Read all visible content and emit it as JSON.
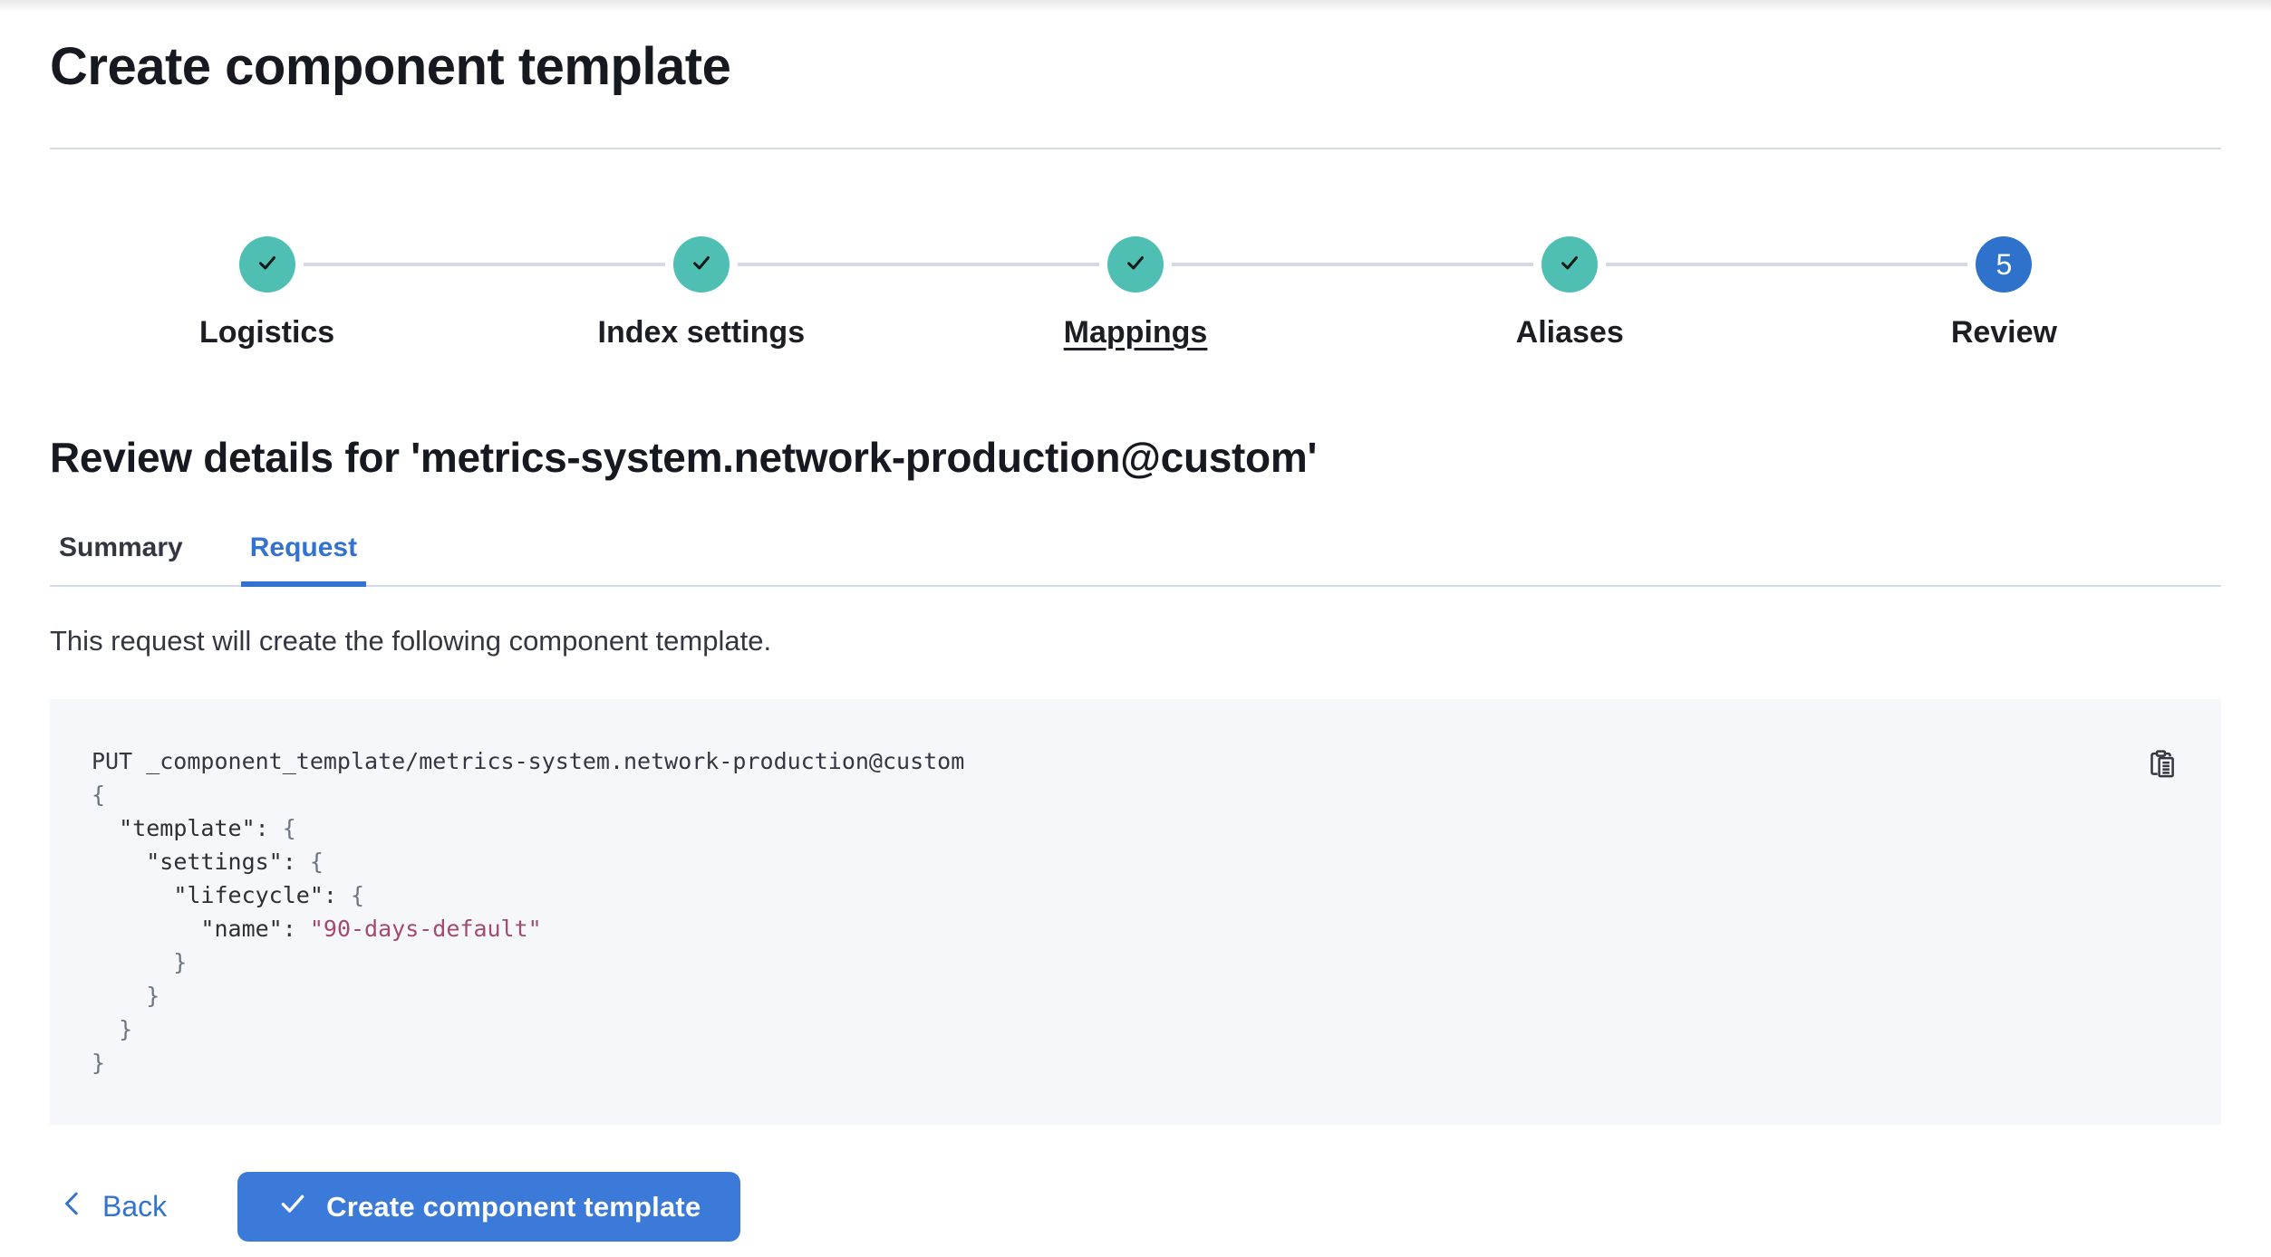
{
  "page": {
    "title": "Create component template"
  },
  "stepper": {
    "steps": [
      {
        "label": "Logistics",
        "status": "complete",
        "hovered": false
      },
      {
        "label": "Index settings",
        "status": "complete",
        "hovered": false
      },
      {
        "label": "Mappings",
        "status": "complete",
        "hovered": true
      },
      {
        "label": "Aliases",
        "status": "complete",
        "hovered": false
      },
      {
        "label": "Review",
        "status": "current",
        "number": "5",
        "hovered": false
      }
    ]
  },
  "review": {
    "heading": "Review details for 'metrics-system.network-production@custom'"
  },
  "tabs": [
    {
      "label": "Summary",
      "active": false
    },
    {
      "label": "Request",
      "active": true
    }
  ],
  "request_tab": {
    "description": "This request will create the following component template.",
    "copy_icon": "copy-clipboard-icon",
    "code": {
      "lines": [
        [
          {
            "text": "PUT _component_template/metrics-system.network-production@custom",
            "type": "plain"
          }
        ],
        [
          {
            "text": "{",
            "type": "punc"
          }
        ],
        [
          {
            "text": "  ",
            "type": "plain"
          },
          {
            "text": "\"template\"",
            "type": "key"
          },
          {
            "text": ": ",
            "type": "plain"
          },
          {
            "text": "{",
            "type": "punc"
          }
        ],
        [
          {
            "text": "    ",
            "type": "plain"
          },
          {
            "text": "\"settings\"",
            "type": "key"
          },
          {
            "text": ": ",
            "type": "plain"
          },
          {
            "text": "{",
            "type": "punc"
          }
        ],
        [
          {
            "text": "      ",
            "type": "plain"
          },
          {
            "text": "\"lifecycle\"",
            "type": "key"
          },
          {
            "text": ": ",
            "type": "plain"
          },
          {
            "text": "{",
            "type": "punc"
          }
        ],
        [
          {
            "text": "        ",
            "type": "plain"
          },
          {
            "text": "\"name\"",
            "type": "key"
          },
          {
            "text": ": ",
            "type": "plain"
          },
          {
            "text": "\"90-days-default\"",
            "type": "string"
          }
        ],
        [
          {
            "text": "      }",
            "type": "punc"
          }
        ],
        [
          {
            "text": "    }",
            "type": "punc"
          }
        ],
        [
          {
            "text": "  }",
            "type": "punc"
          }
        ],
        [
          {
            "text": "}",
            "type": "punc"
          }
        ]
      ]
    }
  },
  "footer": {
    "back_label": "Back",
    "create_label": "Create component template"
  },
  "colors": {
    "accent_blue": "#3372CF",
    "button_blue": "#3B7AD9",
    "success_teal": "#4FBFB3",
    "divider": "#D3DAE6",
    "code_background": "#F5F7FA",
    "text": "#343741",
    "heading": "#16191F",
    "code_string": "#A34A6D",
    "code_punctuation": "#6D7484"
  }
}
